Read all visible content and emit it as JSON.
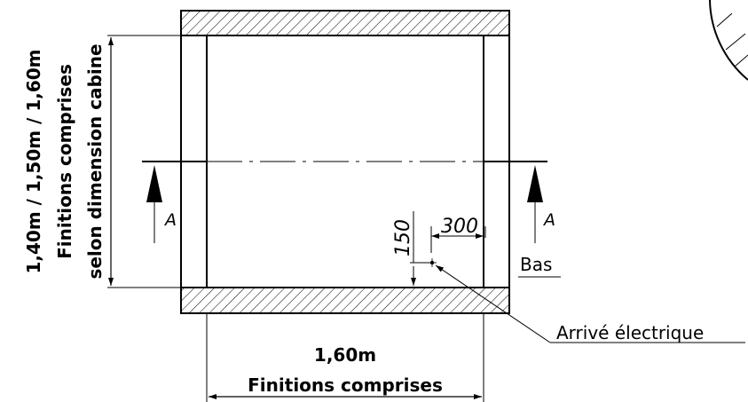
{
  "drawing": {
    "width_total": "1,60m",
    "width_note": "Finitions comprises",
    "depth_total": "1,40m / 1,50m / 1,60m",
    "depth_note_1": "Finitions comprises",
    "depth_note_2": "selon dimension cabine",
    "section_left": "A",
    "section_right": "A",
    "dim_horizontal": "300",
    "dim_vertical": "150",
    "floor_label": "Bas",
    "electric_label": "Arrivé électrique"
  }
}
